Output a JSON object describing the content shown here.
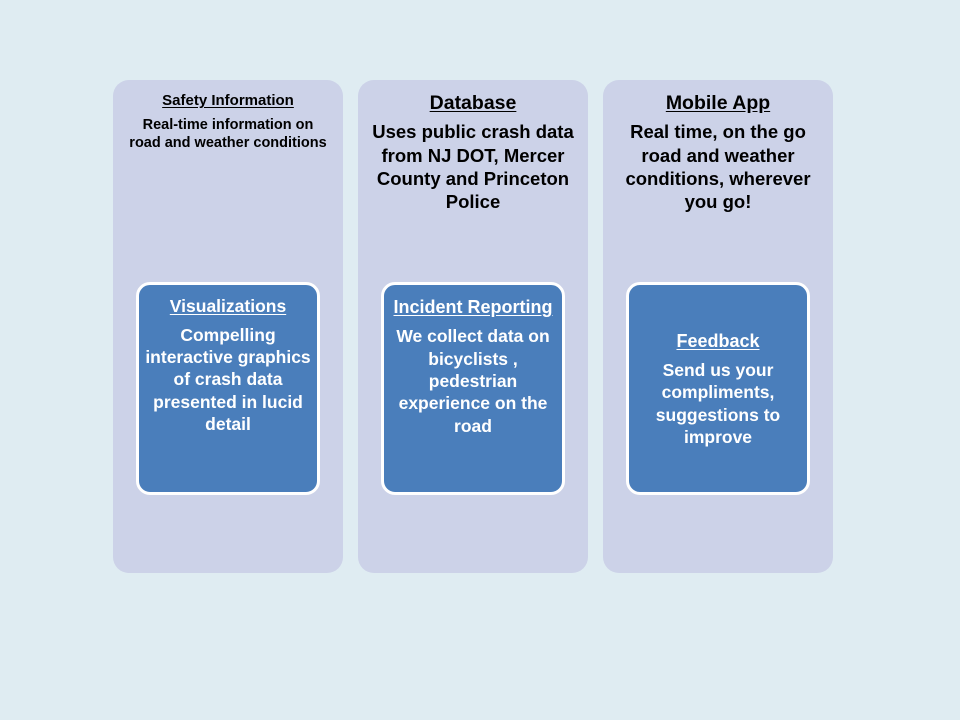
{
  "theme": {
    "page_background": "#dfecf2",
    "card_background": "#ccd2e8",
    "inner_box_background": "#4a7ebb",
    "inner_box_border": "#ffffff",
    "heading_color": "#000000",
    "inner_text_color": "#ffffff"
  },
  "cards": [
    {
      "heading": "Safety Information",
      "body": "Real-time information on road and weather conditions",
      "inner": {
        "heading": "Visualizations",
        "body": "Compelling interactive graphics of crash data presented in lucid detail"
      }
    },
    {
      "heading": "Database",
      "body": "Uses public crash data from NJ DOT, Mercer County and Princeton Police",
      "inner": {
        "heading": "Incident Reporting",
        "body": "We collect data on bicyclists , pedestrian experience on the road"
      }
    },
    {
      "heading": "Mobile App",
      "body": "Real time, on the go road and weather conditions, wherever you go!",
      "inner": {
        "heading": "Feedback",
        "body": "Send us your compliments, suggestions to improve"
      }
    }
  ]
}
